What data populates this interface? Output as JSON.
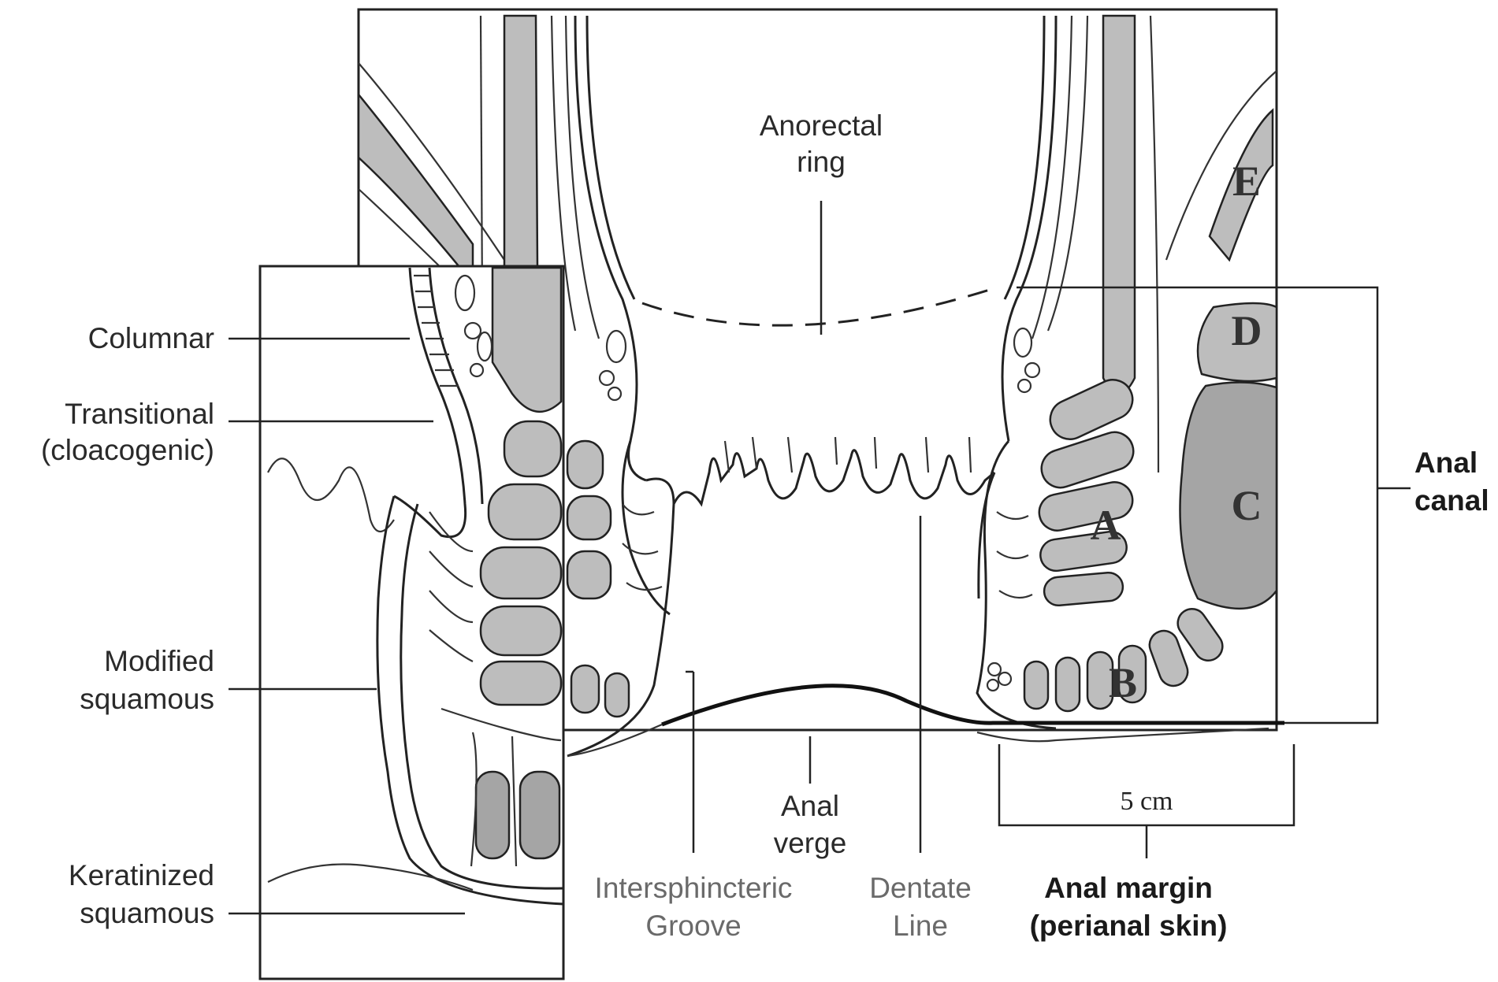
{
  "labels": {
    "anorectal_ring_1": "Anorectal",
    "anorectal_ring_2": "ring",
    "columnar": "Columnar",
    "transitional_1": "Transitional",
    "transitional_2": "(cloacogenic)",
    "modified_1": "Modified",
    "modified_2": "squamous",
    "keratinized_1": "Keratinized",
    "keratinized_2": "squamous",
    "anal_verge_1": "Anal",
    "anal_verge_2": "verge",
    "intersphincteric_1": "Intersphincteric",
    "intersphincteric_2": "Groove",
    "dentate_1": "Dentate",
    "dentate_2": "Line",
    "anal_margin_1": "Anal margin",
    "anal_margin_2": "(perianal skin)",
    "anal_canal_1": "Anal",
    "anal_canal_2": "canal",
    "scale": "5 cm"
  },
  "region_letters": {
    "a": "A",
    "b": "B",
    "c": "C",
    "d": "D",
    "e": "E"
  },
  "colors": {
    "muscle_fill": "#bdbdbd",
    "line": "#222222",
    "gray_text": "#6a6a6a"
  }
}
